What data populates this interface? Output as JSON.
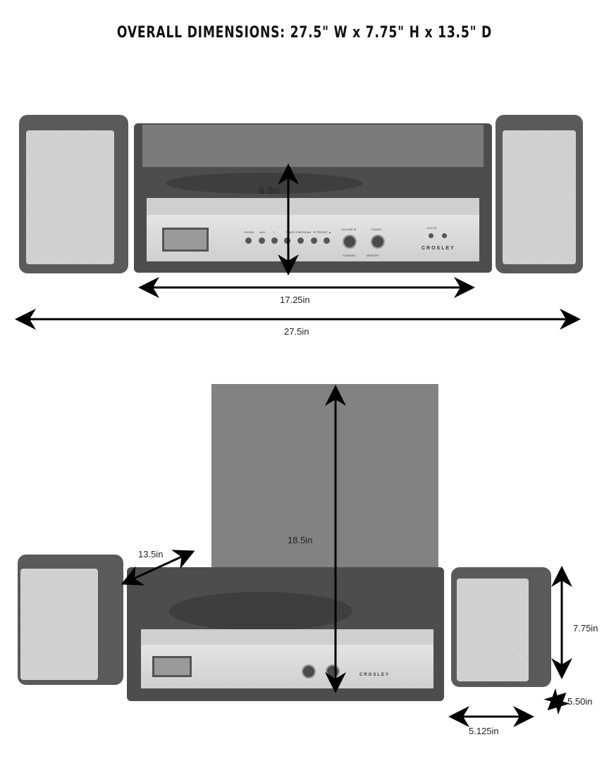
{
  "title": "OVERALL DIMENSIONS: 27.5\" W x 7.75\" H x 13.5\" D",
  "front_view": {
    "height_label": "6.3in",
    "unit_width_label": "17.25in",
    "overall_width_label": "27.5in"
  },
  "angled_view": {
    "lid_height_label": "18.5in",
    "depth_label": "13.5in",
    "speaker_height_label": "7.75in",
    "speaker_depth_label": "5.50in",
    "speaker_width_label": "5.125in"
  },
  "panel": {
    "buttons": [
      "PHONO",
      "AUX",
      "ᛒ",
      "TUNER",
      "PAIR/SCAN",
      "▼ PRESET ▲"
    ],
    "volume": "VOLUME ⏻",
    "tuning": "TUNING",
    "standby": "STANDBY",
    "memory": "MEMORY",
    "aux_in": "AUX IN",
    "brand": "CROSLEY"
  }
}
